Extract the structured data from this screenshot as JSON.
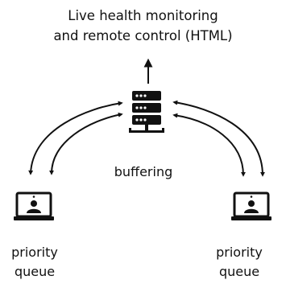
{
  "title": {
    "line1": "Live health monitoring",
    "line2": "and remote control (HTML)"
  },
  "server": {
    "icon": "server-icon",
    "label": "buffering"
  },
  "clients": [
    {
      "icon": "monitor-user-icon",
      "label_line1": "priority",
      "label_line2": "queue"
    },
    {
      "icon": "monitor-user-icon",
      "label_line1": "priority",
      "label_line2": "queue"
    }
  ],
  "colors": {
    "ink": "#111111",
    "background": "#ffffff"
  }
}
